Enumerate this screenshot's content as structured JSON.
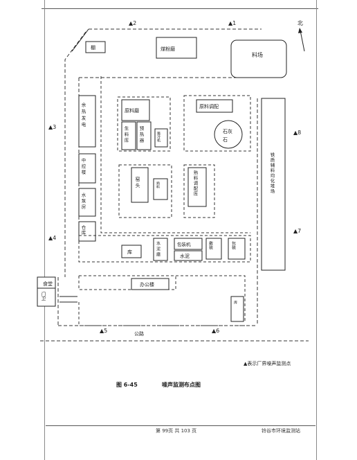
{
  "header": {
    "text": ""
  },
  "north_label": "北",
  "points": [
    {
      "id": "1",
      "label": "▲1"
    },
    {
      "id": "2",
      "label": "▲2"
    },
    {
      "id": "3",
      "label": "▲3"
    },
    {
      "id": "4",
      "label": "▲4"
    },
    {
      "id": "5",
      "label": "▲5"
    },
    {
      "id": "6",
      "label": "▲6"
    },
    {
      "id": "7",
      "label": "▲7"
    },
    {
      "id": "8",
      "label": "▲8"
    }
  ],
  "buildings": {
    "b_shed": "棚",
    "coal_mill": "煤粉磨",
    "yard": "料场",
    "waste_heat": "余热发电",
    "central_ctrl": "中控楼",
    "water_pump": "水泵房",
    "storehouse": "仓库",
    "raw_material_mill": "原料磨",
    "raw_storage": "生料库",
    "preheater": "预热器",
    "cooler": "篦冷机",
    "raw_blend": "原料调配",
    "limestone_a": "石灰",
    "limestone_b": "石",
    "kiln_head": "窑头",
    "clinker_silo": "熟料",
    "clinker_blend": "熟料调配库",
    "ku": "库",
    "cement_mill": "水泥磨",
    "packing": "包装机",
    "cement_silo": "水泥",
    "bulk": "散装",
    "loading": "包装",
    "office": "办公楼",
    "canteen": "食堂",
    "guard_room": "门卫",
    "ore_yard": "铁质辅料均化堆场",
    "road": "公路"
  },
  "legend": "▲表示厂界噪声监测点",
  "caption": {
    "number": "图 6-45",
    "title": "噪声监测布点图"
  },
  "footer": {
    "page": "第 99页  共 103 页",
    "agency": "铃谷市环境监测站"
  }
}
